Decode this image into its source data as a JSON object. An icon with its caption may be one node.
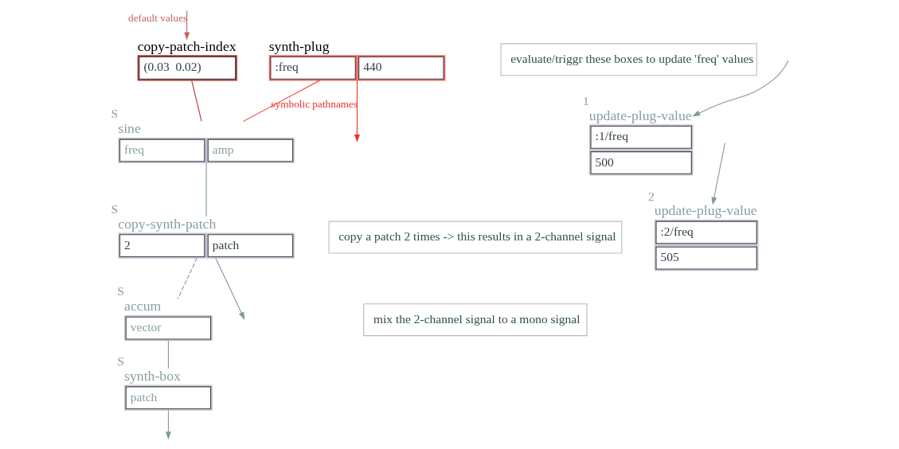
{
  "diagram": {
    "nodes": [
      {
        "text": [
          "synth-plug",
          ":freq",
          "440"
        ]
      },
      {
        "text": [
          "copy-patch-index",
          "(0.03  0.02)"
        ]
      },
      {
        "text": [
          "sine",
          "freq",
          "amp"
        ],
        "beside": [
          "S"
        ]
      },
      {
        "text": [
          "copy-synth-patch",
          "2",
          "patch"
        ],
        "beside": [
          "S"
        ]
      },
      {
        "text": [
          "accum",
          "vector"
        ],
        "beside": [
          "S"
        ]
      },
      {
        "text": [
          "synth-box",
          "patch"
        ],
        "beside": [
          "S"
        ]
      },
      {
        "text": [
          "copy a patch 2 times -> this results in a 2-channel signal"
        ]
      },
      {
        "text": [
          "mix the 2-channel signal to a mono signal"
        ]
      },
      {
        "text": [
          "evaluate/triggr these boxes to update 'freq' values"
        ]
      },
      {
        "text": [
          "update-plug-value",
          ":1/freq",
          "500"
        ],
        "beside": [
          "1"
        ]
      },
      {
        "text": [
          "update-plug-value",
          ":2/freq",
          "505"
        ],
        "beside": [
          "2"
        ]
      }
    ],
    "edges": [
      {
        "from": 0,
        "to": null,
        "arrow": "to",
        "label": "symbolic pathnames",
        "color": "#e8322a"
      },
      {
        "from": null,
        "to": 1,
        "arrow": "to",
        "label": "default values",
        "color": "#c0665e"
      },
      {
        "from": 0,
        "to": 2,
        "arrow": "none",
        "color": "#e8322a"
      },
      {
        "from": 1,
        "to": 2,
        "arrow": "none",
        "color": "#b03a2e"
      },
      {
        "from": 2,
        "to": 3,
        "arrow": "none"
      },
      {
        "from": 3,
        "to": null,
        "arrow": "to"
      },
      {
        "from": 3,
        "to": 4,
        "arrow": "none",
        "style": "dashed"
      },
      {
        "from": 4,
        "to": 5,
        "arrow": "none"
      },
      {
        "from": 5,
        "to": null,
        "arrow": "to"
      },
      {
        "from": null,
        "to": 9,
        "arrow": "to"
      },
      {
        "from": null,
        "to": 10,
        "arrow": "to"
      }
    ]
  }
}
